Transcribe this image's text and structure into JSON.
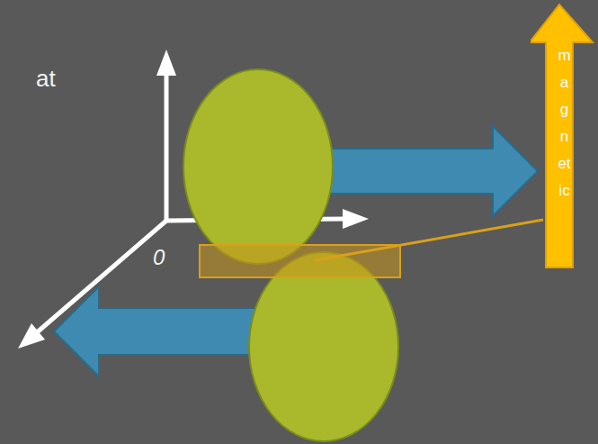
{
  "diagram": {
    "nodes": [
      {
        "text": [
          "magnetic"
        ]
      }
    ],
    "edges": [],
    "labels": [
      "at",
      "0"
    ]
  }
}
